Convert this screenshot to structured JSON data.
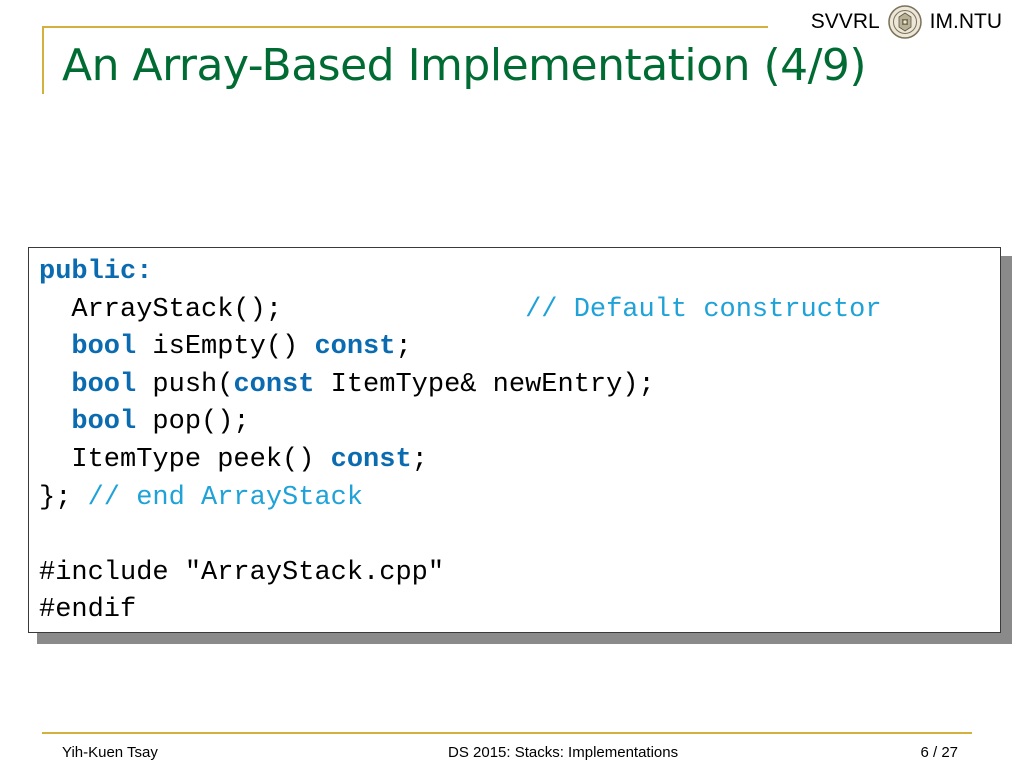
{
  "header": {
    "lab": "SVVRL",
    "institution": "IM.NTU",
    "emblem_icon": "university-seal-icon"
  },
  "slide": {
    "title": "An Array-Based Implementation (4/9)"
  },
  "code": {
    "lines": [
      [
        {
          "text": "public:",
          "style": "keyword"
        }
      ],
      [
        {
          "text": "  ArrayStack();               ",
          "style": "plain"
        },
        {
          "text": "// Default constructor",
          "style": "comment"
        }
      ],
      [
        {
          "text": "  ",
          "style": "plain"
        },
        {
          "text": "bool",
          "style": "keyword"
        },
        {
          "text": " isEmpty() ",
          "style": "plain"
        },
        {
          "text": "const",
          "style": "keyword"
        },
        {
          "text": ";",
          "style": "plain"
        }
      ],
      [
        {
          "text": "  ",
          "style": "plain"
        },
        {
          "text": "bool",
          "style": "keyword"
        },
        {
          "text": " push(",
          "style": "plain"
        },
        {
          "text": "const",
          "style": "keyword"
        },
        {
          "text": " ItemType& newEntry);",
          "style": "plain"
        }
      ],
      [
        {
          "text": "  ",
          "style": "plain"
        },
        {
          "text": "bool",
          "style": "keyword"
        },
        {
          "text": " pop();",
          "style": "plain"
        }
      ],
      [
        {
          "text": "  ItemType peek() ",
          "style": "plain"
        },
        {
          "text": "const",
          "style": "keyword"
        },
        {
          "text": ";",
          "style": "plain"
        }
      ],
      [
        {
          "text": "}; ",
          "style": "plain"
        },
        {
          "text": "// end ArrayStack",
          "style": "comment"
        }
      ],
      [],
      [
        {
          "text": "#include \"ArrayStack.cpp\"",
          "style": "plain"
        }
      ],
      [
        {
          "text": "#endif",
          "style": "plain"
        }
      ]
    ]
  },
  "footer": {
    "author": "Yih-Kuen Tsay",
    "course": "DS 2015: Stacks: Implementations",
    "page": "6",
    "total": "27"
  },
  "colors": {
    "title": "#006b32",
    "keyword": "#0b6bb0",
    "comment": "#1fa2d8",
    "rule": "#d4b13c"
  }
}
